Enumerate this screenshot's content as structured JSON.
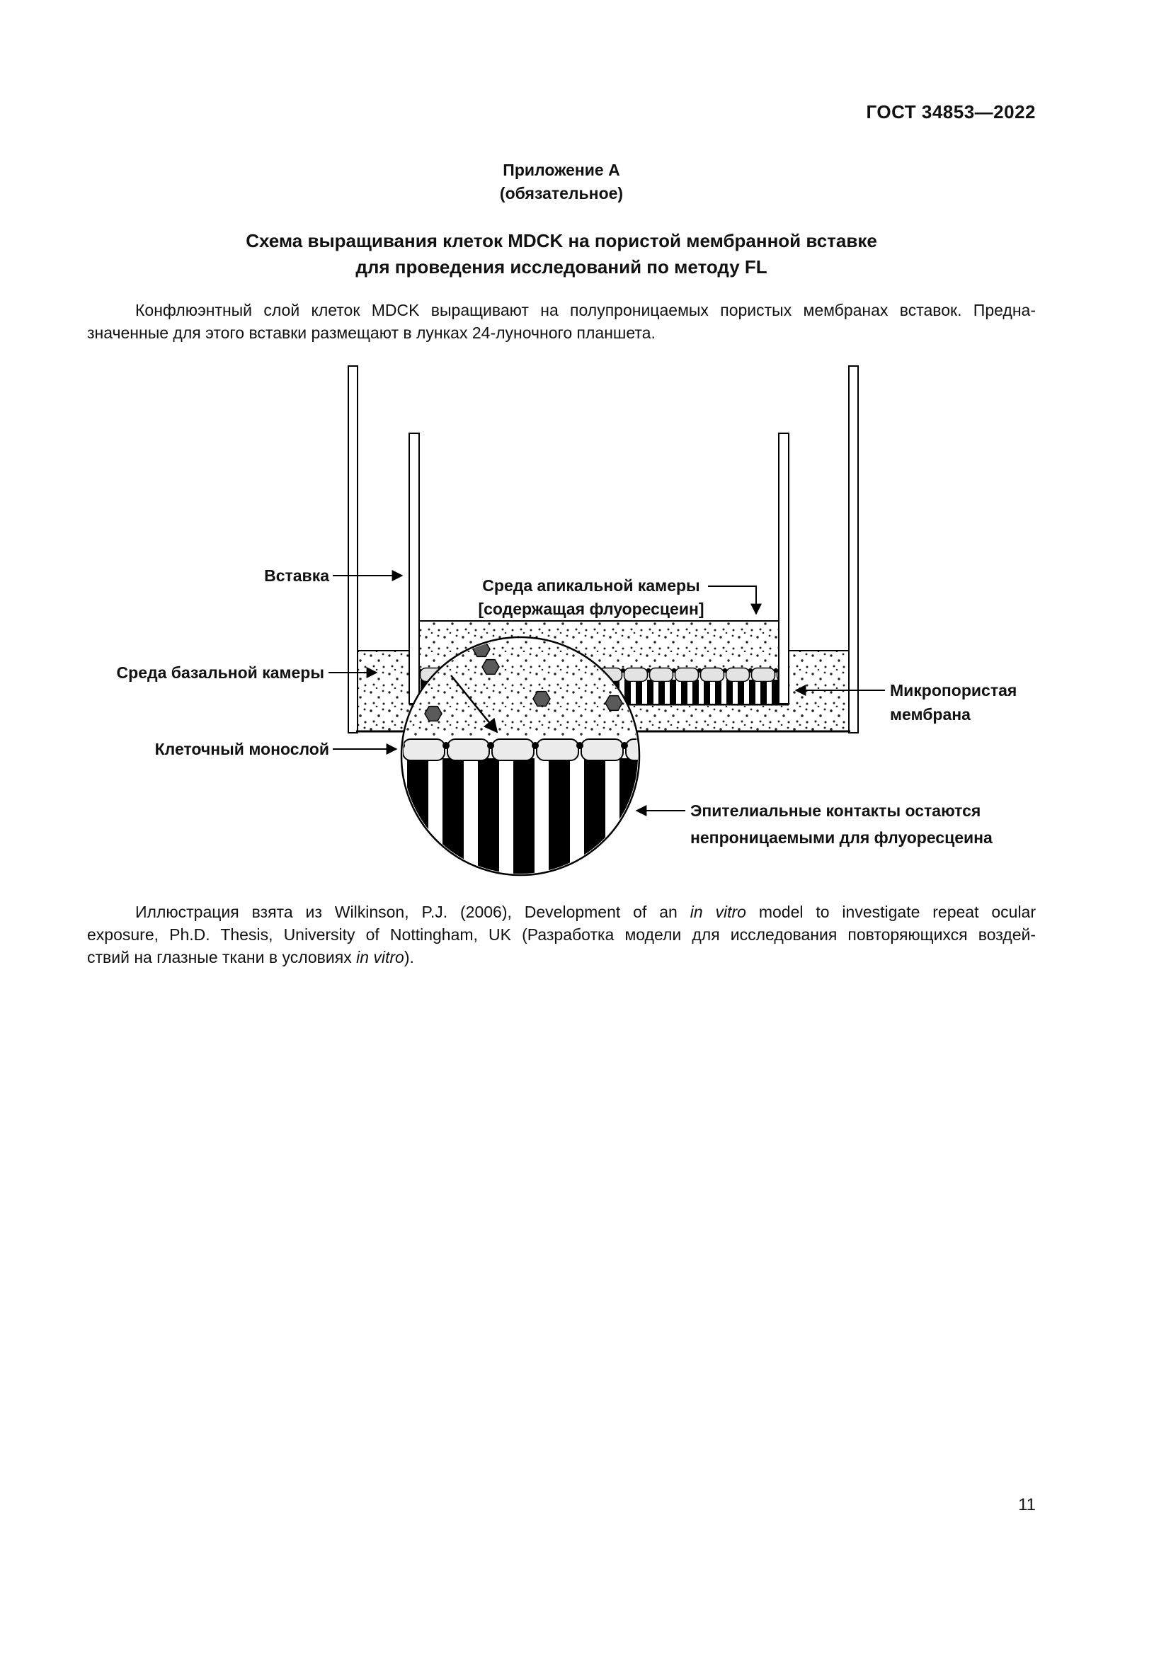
{
  "page": {
    "header": "ГОСТ 34853—2022",
    "number": "11"
  },
  "appendix": {
    "name": "Приложение А",
    "type": "(обязательное)"
  },
  "title": {
    "line1": "Схема выращивания клеток MDCK на пористой мембранной вставке",
    "line2": "для проведения исследований по методу FL"
  },
  "intro": {
    "line1": "Конфлюэнтный слой клеток MDCK выращивают на полупроницаемых пористых мембранах вставок. Предна-",
    "line2": "значенные для этого вставки размещают в лунках 24-луночного планшета."
  },
  "diagram": {
    "labels": {
      "insert": "Вставка",
      "apical_line1": "Среда апикальной камеры",
      "apical_line2": "[содержащая флуоресцеин]",
      "basal": "Среда базальной камеры",
      "membrane_line1": "Микропористая",
      "membrane_line2": "мембрана",
      "monolayer": "Клеточный монослой",
      "junctions_line1": "Эпителиальные контакты остаются",
      "junctions_line2": "непроницаемыми для флуоресцеина"
    }
  },
  "citation": {
    "line1": {
      "a": "Иллюстрация взята из Wilkinson, P.J. (2006), Development of an ",
      "b": "in vitro",
      "c": " model to investigate repeat ocular"
    },
    "line2": "exposure, Ph.D. Thesis, University of Nottingham, UK (Разработка модели для исследования повторяющихся воздей-",
    "line3": {
      "a": "ствий на глазные ткани в условиях ",
      "b": "in vitro",
      "c": ")."
    }
  }
}
